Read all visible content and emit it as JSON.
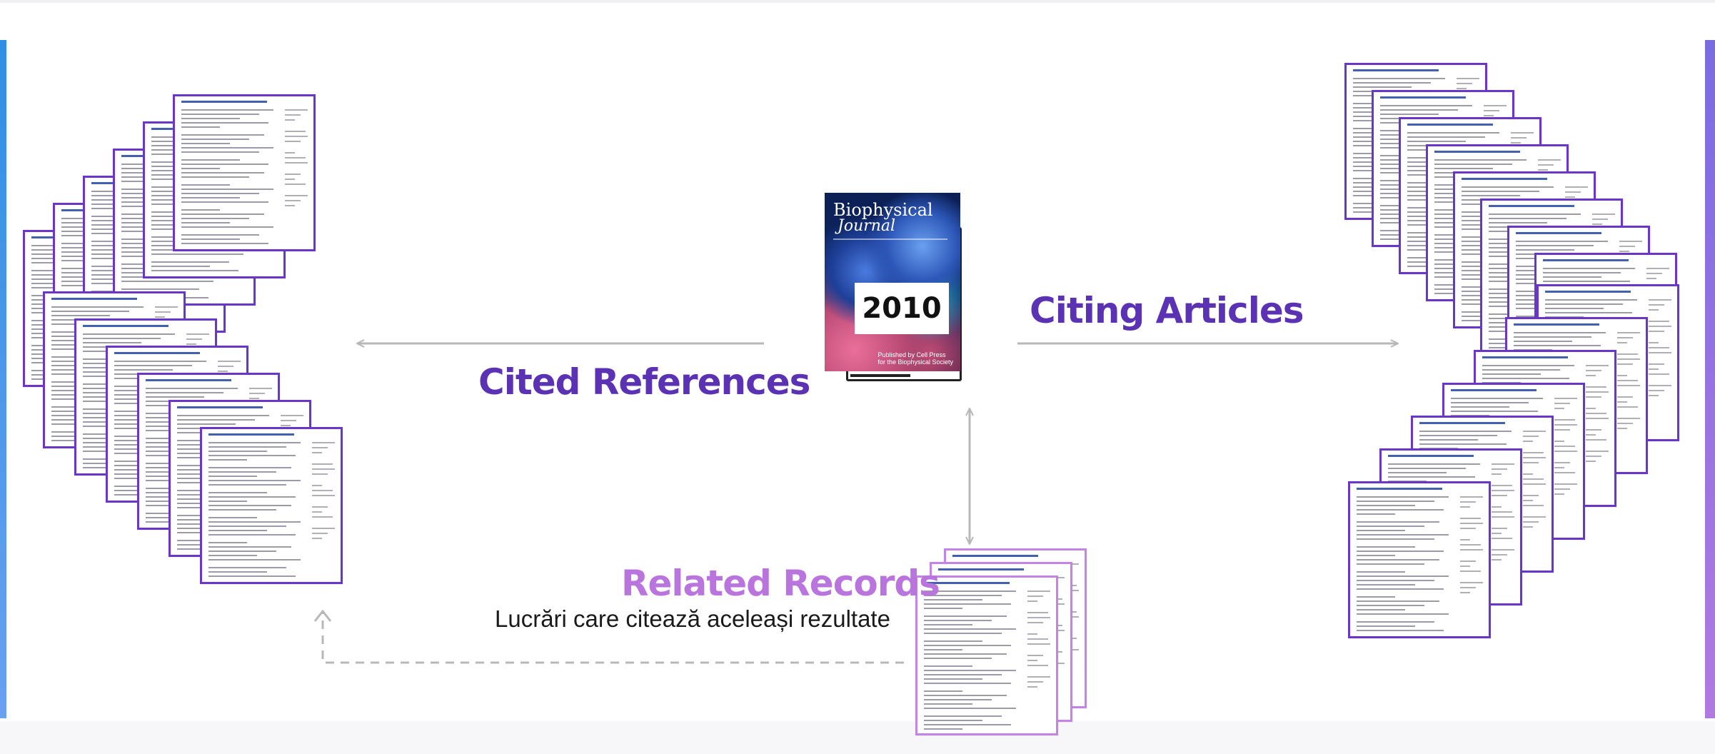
{
  "labels": {
    "cited_references": "Cited References",
    "citing_articles": "Citing Articles",
    "related_records": "Related Records",
    "related_records_caption": "Lucrări care citează aceleași rezultate"
  },
  "journal": {
    "title_line1": "Biophysical",
    "title_line2": "Journal",
    "footer": "Published by Cell Press",
    "footer2": "for the Biophysical Society",
    "year": "2010"
  },
  "colors": {
    "primary": "#5b32b4",
    "related": "#b974de",
    "arrow": "#b8b8b8",
    "doc_border": "#6a35c9",
    "doc_border_related": "#c384e6"
  },
  "stacks": {
    "cited_references_pages": 12,
    "citing_articles_pages": 15,
    "related_records_pages": 3
  }
}
